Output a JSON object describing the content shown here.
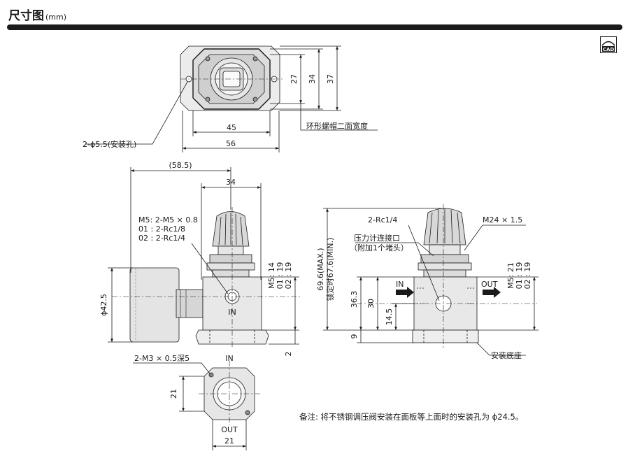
{
  "header": {
    "title": "尺寸图",
    "unit": "(mm)",
    "cad_label": "CAD"
  },
  "top_view": {
    "dim_width_inner": "45",
    "dim_width_outer": "56",
    "dim_h1": "27",
    "dim_h2": "34",
    "dim_h3": "37",
    "mount_hole_label": "2-ϕ5.5(安装孔)",
    "nut_label": "环形螺帽二面宽度"
  },
  "front_view": {
    "dim_overall": "(58.5)",
    "dim_width": "34",
    "port_spec_1": "M5: 2-M5 × 0.8",
    "port_spec_2": "01 : 2-Rc1/8",
    "port_spec_3": "02 : 2-Rc1/4",
    "gauge_dia": "ϕ42.5",
    "in_label": "IN",
    "height_v1": "M5: 14",
    "height_v2": "01 : 19",
    "height_v3": "02 : 19",
    "dim_2": "2"
  },
  "side_view": {
    "gauge_port_label": "2-Rc1/4",
    "thread_label": "M24 × 1.5",
    "gauge_port_desc_1": "压力计连接口",
    "gauge_port_desc_2": "（附加1个堵头）",
    "max_height_1": "69.6(MAX.)",
    "max_height_2": "锁定时67.6(MIN.)",
    "dim_363": "36.3",
    "dim_30": "30",
    "dim_145": "14.5",
    "dim_9": "9",
    "in_label": "IN",
    "out_label": "OUT",
    "height_v1": "M5: 21",
    "height_v2": "01 : 19",
    "height_v3": "02 : 19",
    "base_label": "安装底座"
  },
  "bottom_view": {
    "screw_label": "2-M3 × 0.5深5",
    "in_label": "IN",
    "out_label": "OUT",
    "dim_21_v": "21",
    "dim_21_h": "21"
  },
  "note": "备注:  将不锈钢调压阀安装在面板等上面时的安装孔为 ϕ24.5。",
  "colors": {
    "body": "#e8e8e8",
    "line": "#1a1a1a",
    "dark": "#222222",
    "mid": "#bdbdbd"
  }
}
